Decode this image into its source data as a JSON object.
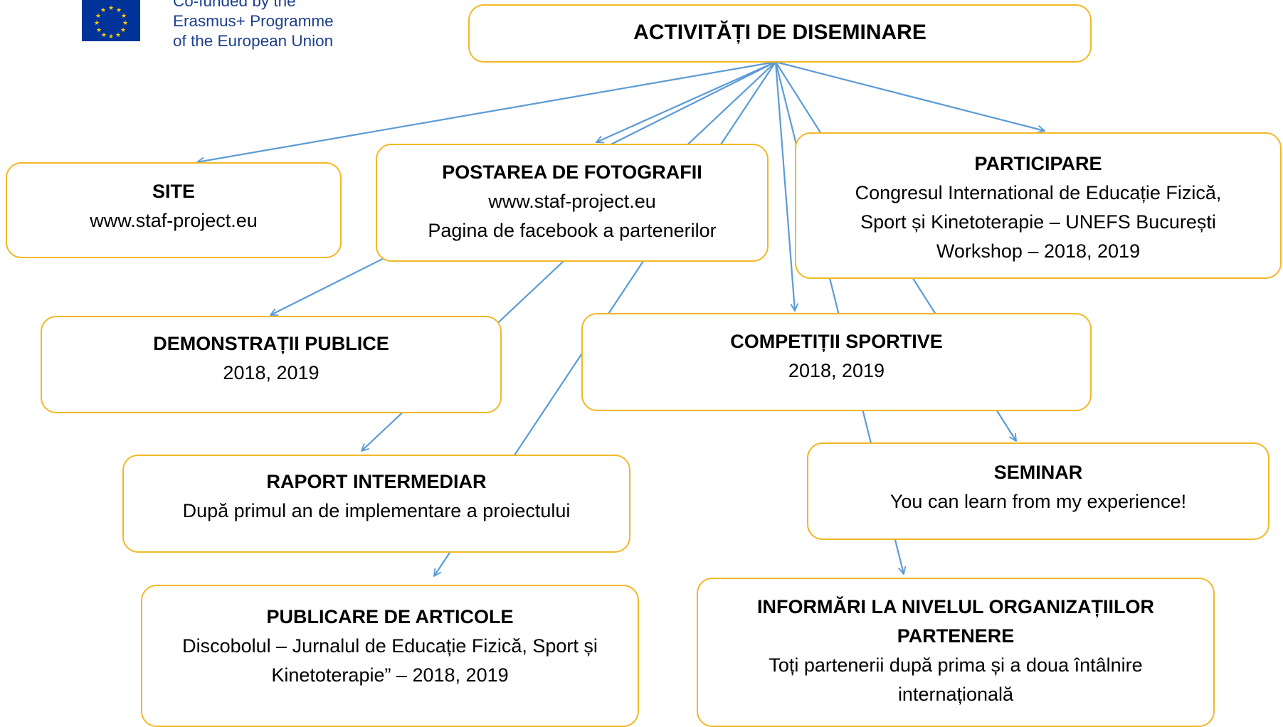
{
  "logo": {
    "alt_name": "eu-flag",
    "lines": [
      "Co-funded by the",
      "Erasmus+ Programme",
      "of the European Union"
    ],
    "flag_color": "#003399",
    "star_color": "#ffcc00"
  },
  "diagram": {
    "root": {
      "title": "ACTIVITĂȚI DE DISEMINARE"
    },
    "nodes": [
      {
        "id": "site",
        "title": "SITE",
        "lines": [
          "www.staf-project.eu"
        ]
      },
      {
        "id": "postarea",
        "title": "POSTAREA DE FOTOGRAFII",
        "lines": [
          "www.staf-project.eu",
          "Pagina de facebook a partenerilor"
        ]
      },
      {
        "id": "participare",
        "title": "PARTICIPARE",
        "lines": [
          "Congresul International de Educație Fizică,",
          "Sport și Kinetoterapie – UNEFS București",
          "Workshop – 2018, 2019"
        ]
      },
      {
        "id": "demonstratii",
        "title": "DEMONSTRAȚII PUBLICE",
        "lines": [
          "2018, 2019"
        ]
      },
      {
        "id": "competitii",
        "title": "COMPETIȚII SPORTIVE",
        "lines": [
          "2018, 2019"
        ]
      },
      {
        "id": "raport",
        "title": "RAPORT INTERMEDIAR",
        "lines": [
          "După primul an de implementare a proiectului"
        ]
      },
      {
        "id": "seminar",
        "title": "SEMINAR",
        "lines": [
          "You can learn from my experience!"
        ]
      },
      {
        "id": "publicare",
        "title": "PUBLICARE DE ARTICOLE",
        "lines": [
          "Discobolul – Jurnalul de Educație Fizică, Sport și",
          "Kinetoterapie” – 2018, 2019"
        ]
      },
      {
        "id": "informari",
        "title": "INFORMĂRI LA NIVELUL ORGANIZAȚIILOR",
        "title2": "PARTENERE",
        "lines": [
          "Toți partenerii după prima și a doua întâlnire",
          "internațională"
        ]
      }
    ],
    "edges": [
      {
        "from": "root",
        "to": "site"
      },
      {
        "from": "root",
        "to": "postarea"
      },
      {
        "from": "root",
        "to": "participare"
      },
      {
        "from": "root",
        "to": "demonstratii"
      },
      {
        "from": "root",
        "to": "competitii"
      },
      {
        "from": "root",
        "to": "raport"
      },
      {
        "from": "root",
        "to": "seminar"
      },
      {
        "from": "root",
        "to": "publicare"
      },
      {
        "from": "root",
        "to": "informari"
      }
    ],
    "colors": {
      "border": "#f2b824",
      "edge": "#5b9bd5"
    }
  }
}
